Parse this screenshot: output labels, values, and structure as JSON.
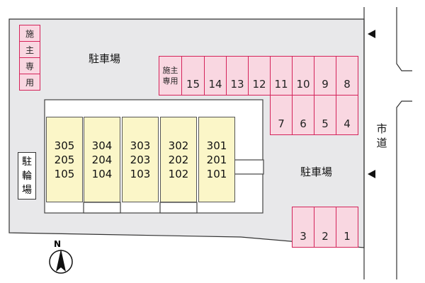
{
  "labels": {
    "parking_top": "駐車場",
    "parking_right": "駐車場",
    "road": [
      "市",
      "道"
    ],
    "bicycle": [
      "駐",
      "輪",
      "場"
    ],
    "north": "N"
  },
  "owner_left": [
    "施",
    "主",
    "専",
    "用"
  ],
  "owner_top": [
    "施主",
    "専用"
  ],
  "parking_top_row": [
    "15",
    "14",
    "13",
    "12",
    "11",
    "10",
    "9",
    "8"
  ],
  "parking_second_row": [
    "7",
    "6",
    "5",
    "4"
  ],
  "parking_bottom_row": [
    "3",
    "2",
    "1"
  ],
  "units": [
    [
      "305",
      "205",
      "105"
    ],
    [
      "304",
      "204",
      "104"
    ],
    [
      "303",
      "203",
      "103"
    ],
    [
      "302",
      "202",
      "102"
    ],
    [
      "301",
      "201",
      "101"
    ]
  ],
  "colors": {
    "lot": "#e8e8ea",
    "parking_fill": "#f9d7e1",
    "parking_border": "#d4235a",
    "unit_fill": "#fbf6c8"
  }
}
